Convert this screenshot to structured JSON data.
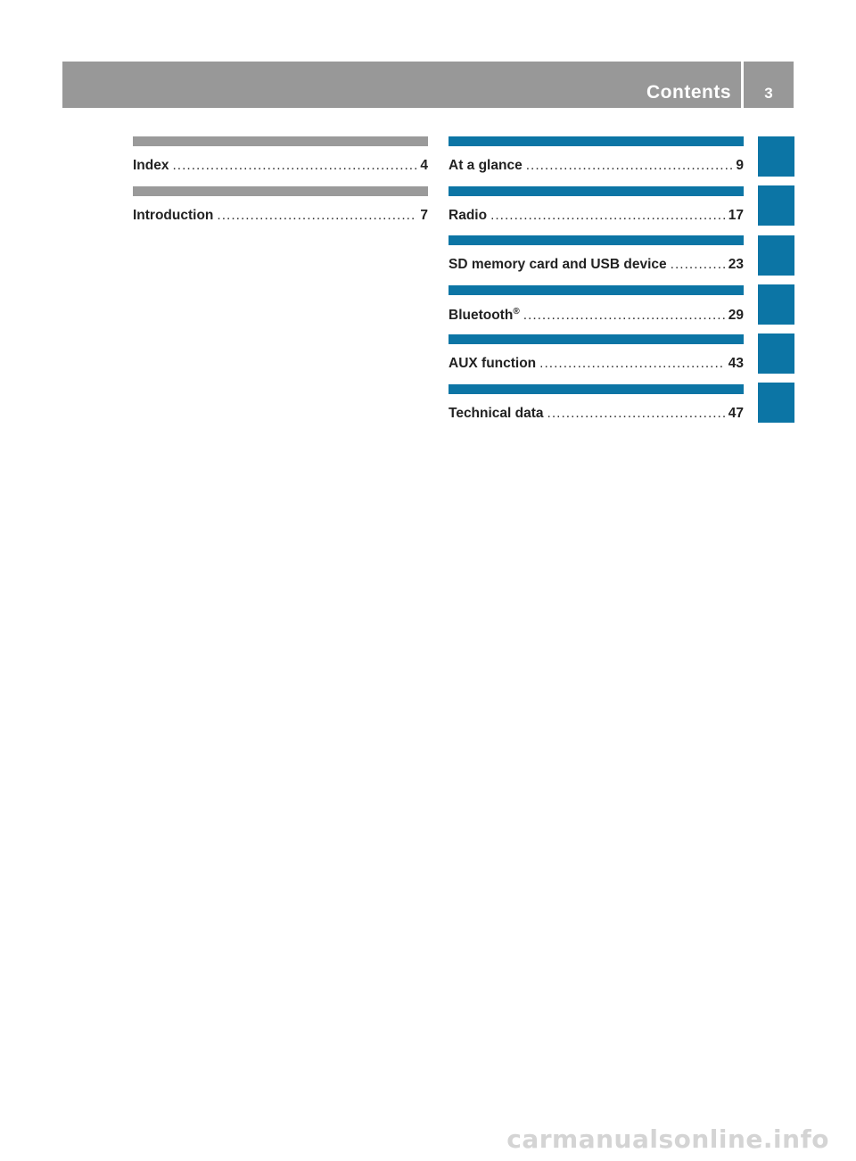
{
  "header": {
    "title": "Contents",
    "page_number": "3"
  },
  "left_column": [
    {
      "title": "Index",
      "page": "4"
    },
    {
      "title": "Introduction",
      "page": "7"
    }
  ],
  "right_column": [
    {
      "title": "At a glance",
      "page": "9"
    },
    {
      "title": "Radio",
      "page": "17"
    },
    {
      "title": "SD memory card and USB device",
      "page": "23"
    },
    {
      "title": "Bluetooth",
      "title_sup": "®",
      "page": "29"
    },
    {
      "title": "AUX function",
      "page": "43"
    },
    {
      "title": "Technical data",
      "page": "47"
    }
  ],
  "watermark": "carmanualsonline.info",
  "colors": {
    "accent_blue": "#0c75a5",
    "header_grey": "#989898",
    "bar_grey": "#9a9a9a"
  }
}
